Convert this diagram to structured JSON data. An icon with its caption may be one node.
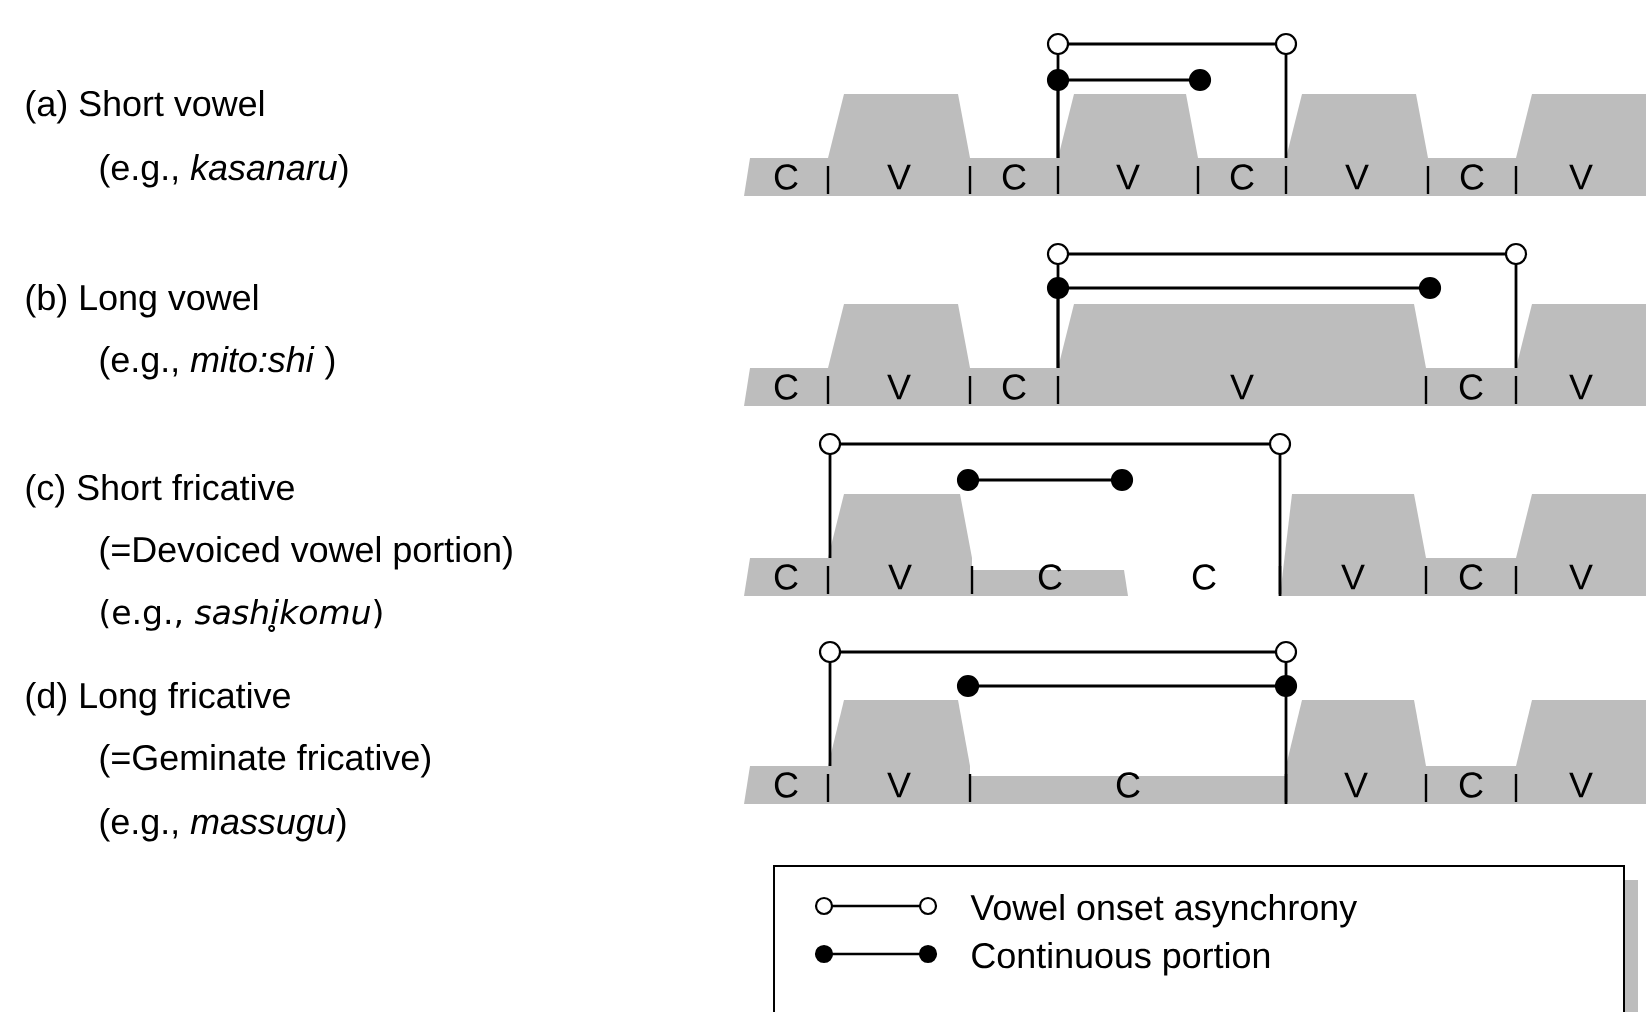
{
  "diagram": {
    "nodes": [
      {
        "text": [
          "C"
        ]
      },
      {
        "text": [
          "V"
        ]
      },
      {
        "text": [
          "C"
        ]
      },
      {
        "text": [
          "V"
        ]
      },
      {
        "text": [
          "C"
        ]
      },
      {
        "text": [
          "V"
        ]
      },
      {
        "text": [
          "C"
        ]
      },
      {
        "text": [
          "V"
        ]
      },
      {
        "text": [
          "C"
        ]
      },
      {
        "text": [
          "V"
        ]
      },
      {
        "text": [
          "C"
        ]
      },
      {
        "text": [
          "V"
        ]
      },
      {
        "text": [
          "C"
        ]
      },
      {
        "text": [
          "V"
        ]
      },
      {
        "text": [
          "C"
        ]
      },
      {
        "text": [
          "V"
        ]
      },
      {
        "text": [
          "C"
        ]
      },
      {
        "text": [
          "C"
        ]
      },
      {
        "text": [
          "V"
        ]
      },
      {
        "text": [
          "C"
        ]
      },
      {
        "text": [
          "V"
        ]
      },
      {
        "text": [
          "C"
        ]
      },
      {
        "text": [
          "V"
        ]
      },
      {
        "text": [
          "C"
        ]
      },
      {
        "text": [
          "V"
        ]
      },
      {
        "text": [
          "C"
        ]
      },
      {
        "text": [
          "V"
        ]
      }
    ],
    "labels": [
      "(a) Short vowel",
      "(e.g., *kasanaru*)",
      "(b) Long vowel",
      "(e.g., *mito:shi* )",
      "(c) Short fricative",
      "(=Devoiced vowel portion)",
      "(e.g., *sashi̥komu*)",
      "(d) Long fricative",
      "(=Geminate fricative)",
      "(e.g., *massugu*)"
    ],
    "legend": [
      {
        "text": "Vowel onset asynchrony"
      },
      {
        "text": "Continuous portion"
      }
    ]
  }
}
